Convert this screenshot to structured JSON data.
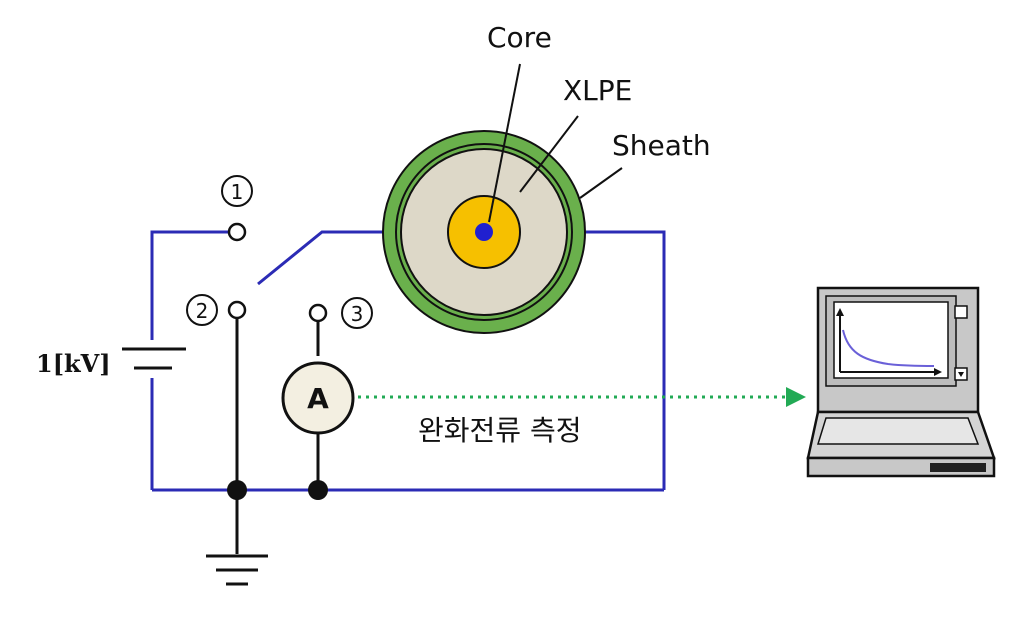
{
  "labels": {
    "core": "Core",
    "xlpe": "XLPE",
    "sheath": "Sheath",
    "voltage": "1[kV]",
    "ammeter": "A",
    "measurement": "완화전류 측정"
  },
  "switch_positions": [
    "1",
    "2",
    "3"
  ],
  "colors": {
    "wire": "#2b2bb5",
    "ground_wire": "#111111",
    "sheath_outer": "#6ab04c",
    "xlpe": "#ddd8c8",
    "core": "#f6c000",
    "core_center": "#2020d0",
    "arrow": "#22aa55",
    "ammeter_fill": "#f3efe1",
    "laptop_body": "#c8c8c8",
    "plot_curve": "#6a60d8"
  }
}
